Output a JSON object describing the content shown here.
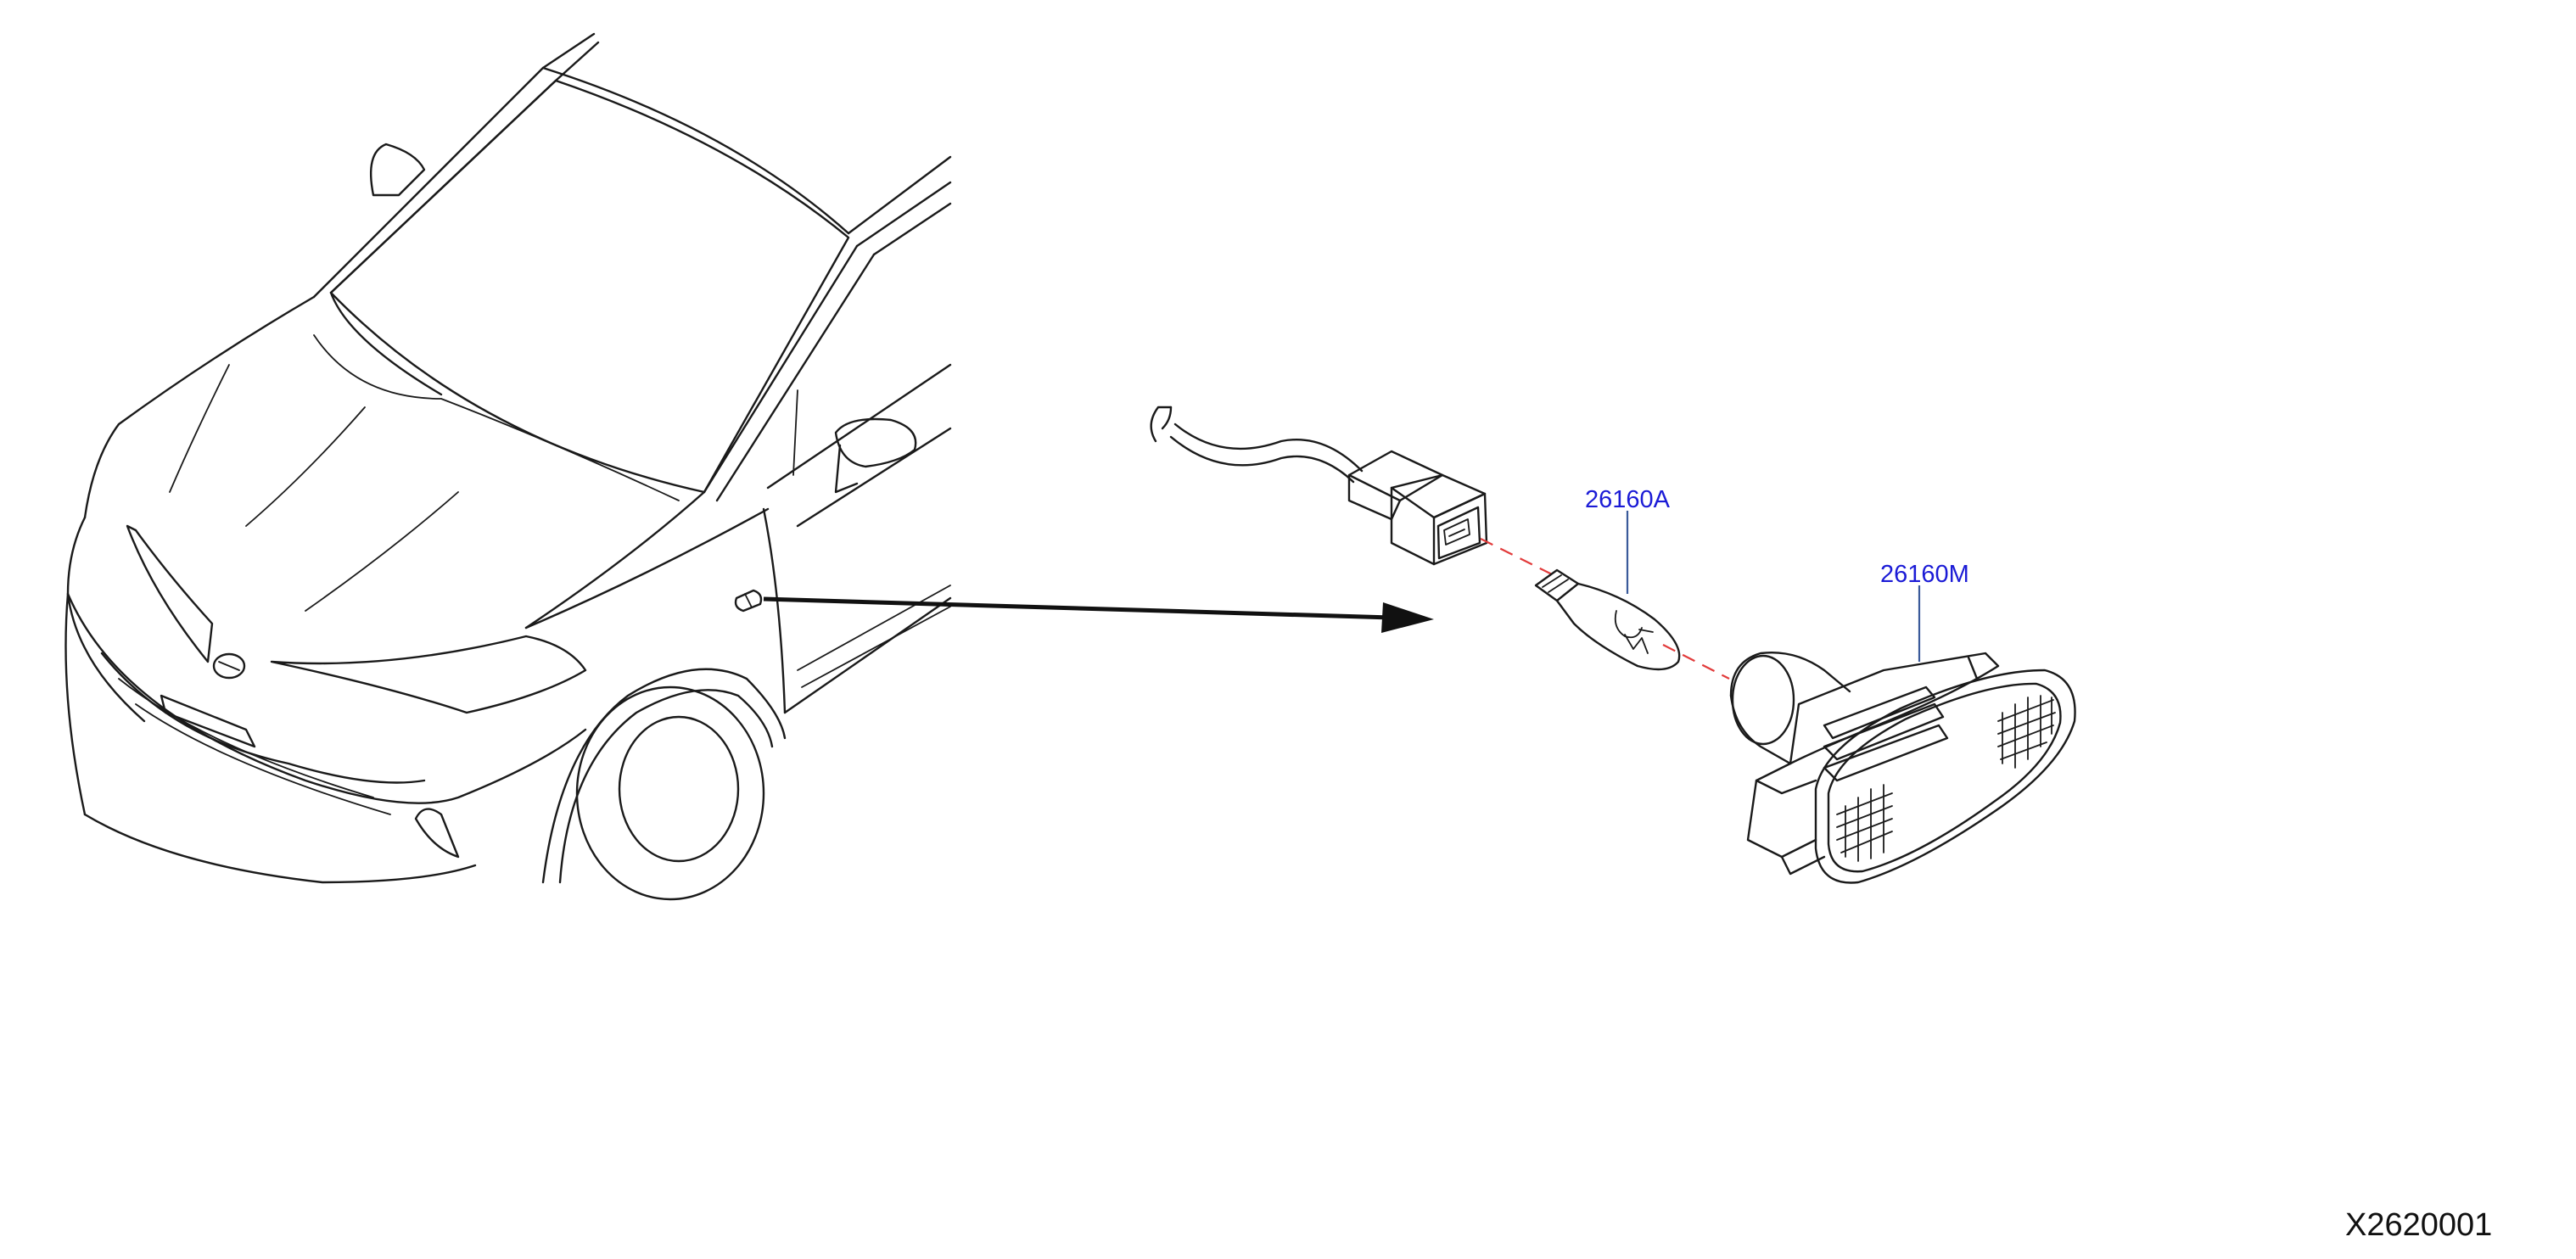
{
  "callouts": [
    {
      "id": "bulb",
      "text": "26160A"
    },
    {
      "id": "lamp",
      "text": "26160M"
    }
  ],
  "diagram_id": "X2620001",
  "colors": {
    "callout_text": "#1b1bd6",
    "leader_line": "#3a5a9a",
    "centerline": "#e23b3b",
    "line_art": "#1a1a1a"
  },
  "parts": [
    {
      "name": "vehicle",
      "icon": "car-front-quarter-drawing"
    },
    {
      "name": "harness-connector",
      "icon": "connector-icon"
    },
    {
      "name": "wedge-bulb",
      "icon": "bulb-icon"
    },
    {
      "name": "side-turn-lamp",
      "icon": "side-marker-lamp-icon"
    }
  ]
}
